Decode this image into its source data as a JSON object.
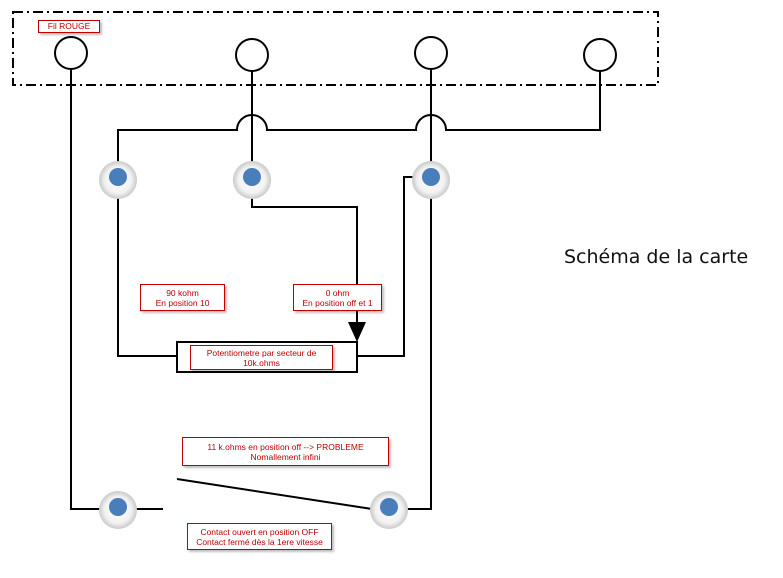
{
  "labels": {
    "fil": "Fil ROUGE",
    "r90_line1": "90 kohm",
    "r90_line2": "En position 10",
    "r0_line1": "0 ohm",
    "r0_line2": "En position off et 1",
    "pot_line1": "Potentiometre par secteur de",
    "pot_line2": "10k.ohms",
    "problem_line1": "11 k.ohms en position off --> PROBLEME",
    "problem_line2": "Nomallement infini",
    "contact_line1": "Contact ouvert en position OFF",
    "contact_line2": "Contact fermé dès la 1ere vitesse"
  },
  "title": "Schéma de la carte",
  "colors": {
    "wire": "#000000",
    "node_fill": "#4a7ebb",
    "label_text": "#c00000",
    "label_border": "#c00000"
  }
}
